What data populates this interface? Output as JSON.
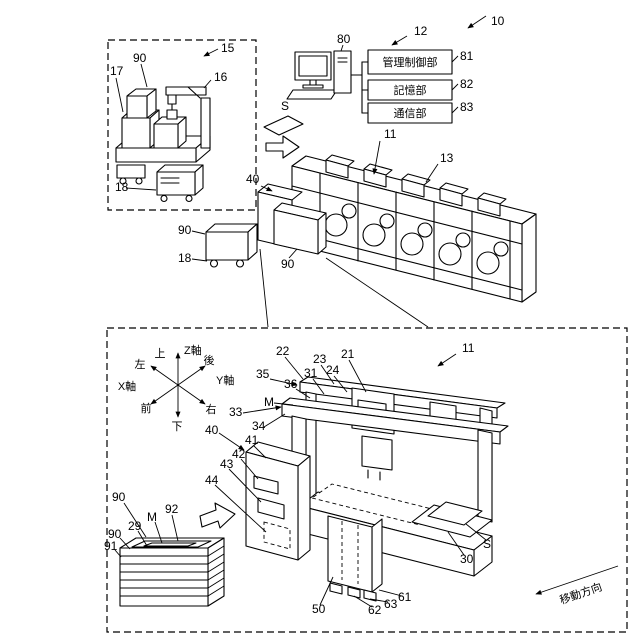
{
  "colors": {
    "line": "#000000",
    "background": "#ffffff"
  },
  "top": {
    "ref_system": "10",
    "ref_management": "12",
    "ref_terminal": "80",
    "modules": [
      {
        "label": "管理制御部",
        "ref": "81"
      },
      {
        "label": "記憶部",
        "ref": "82"
      },
      {
        "label": "通信部",
        "ref": "83"
      }
    ]
  },
  "inset": {
    "ref_box": "15",
    "ref_rack": "17",
    "ref_tray": "90",
    "ref_crane": "16",
    "ref_cart": "18"
  },
  "mid": {
    "ref_sheet": "S",
    "ref_machine": "11",
    "ref_tower": "13",
    "ref_feeder": "40",
    "ref_tray": "90",
    "cart_tray": "90",
    "cart_unit": "18"
  },
  "bottom": {
    "ref_machine": "11",
    "axis": {
      "up": "上",
      "down": "下",
      "left": "左",
      "right": "右",
      "front": "前",
      "back": "後",
      "x": "X軸",
      "y": "Y軸",
      "z": "Z軸"
    },
    "gantry": {
      "r21": "21",
      "r22": "22",
      "r23": "23",
      "r24": "24",
      "r31": "31",
      "r33": "33",
      "r34": "34",
      "r35": "35",
      "r36": "36",
      "rM": "M"
    },
    "tower": {
      "r40": "40",
      "r41": "41",
      "r42": "42",
      "r43": "43",
      "r44": "44"
    },
    "stack": {
      "r90_top": "90",
      "r92": "92",
      "rM": "M",
      "r29": "29",
      "r90_side": "90",
      "r91": "91"
    },
    "base": {
      "r50": "50",
      "r61": "61",
      "r62": "62",
      "r63": "63"
    },
    "platen": {
      "r30": "30",
      "rS": "S"
    },
    "move_direction": "移動方向"
  }
}
